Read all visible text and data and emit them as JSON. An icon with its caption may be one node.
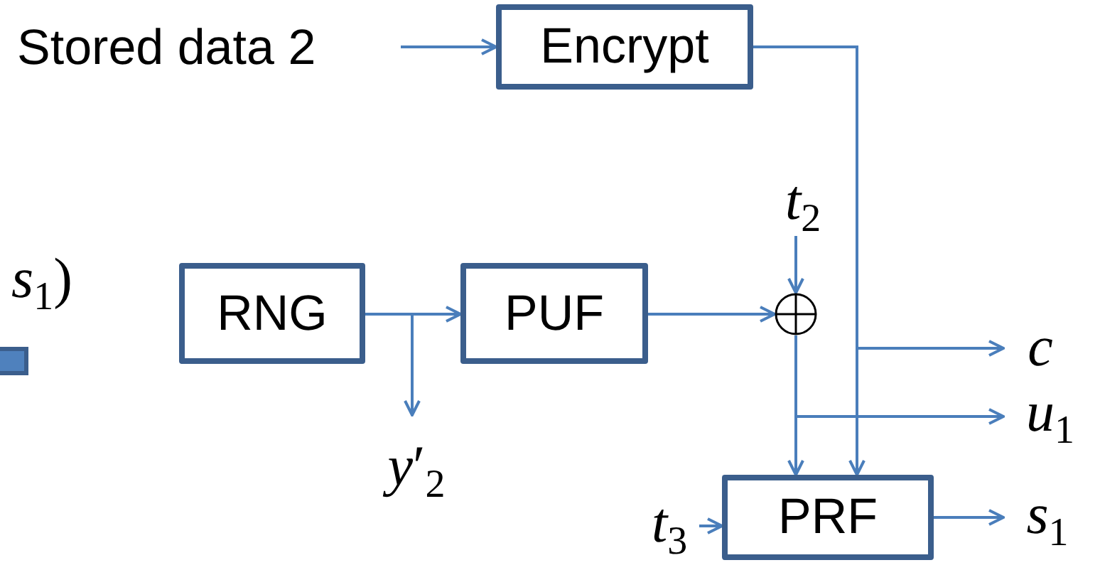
{
  "diagram": {
    "nodes": [
      {
        "text": [
          "Stored data 2"
        ]
      },
      {
        "text": [
          "Encrypt"
        ]
      },
      {
        "text": [
          "RNG"
        ]
      },
      {
        "text": [
          "PUF"
        ]
      },
      {
        "text": [],
        "shape": "circle"
      },
      {
        "text": [
          "*t*$_{2}$"
        ]
      },
      {
        "text": [
          "*y*′$_{2}$"
        ]
      },
      {
        "text": [
          "*c*"
        ]
      },
      {
        "text": [
          "*u*$_{1}$"
        ]
      },
      {
        "text": [
          "PRF"
        ]
      },
      {
        "text": [
          "*t*$_{3}$"
        ]
      },
      {
        "text": [
          "*s*$_{1}$"
        ]
      },
      {
        "text": [],
        "shape": "box"
      }
    ],
    "edges": [
      {
        "from": 0,
        "to": 1,
        "arrow": "to"
      },
      {
        "from": 1,
        "to": 7,
        "arrow": "to"
      },
      {
        "from": 1,
        "to": 9,
        "arrow": "to"
      },
      {
        "from": 2,
        "to": 3,
        "arrow": "to"
      },
      {
        "from": 2,
        "to": 6,
        "arrow": "to"
      },
      {
        "from": 3,
        "to": 4,
        "arrow": "to"
      },
      {
        "from": 5,
        "to": 4,
        "arrow": "to"
      },
      {
        "from": 4,
        "to": 8,
        "arrow": "to"
      },
      {
        "from": 4,
        "to": 9,
        "arrow": "to"
      },
      {
        "from": 10,
        "to": 9,
        "arrow": "to"
      },
      {
        "from": 9,
        "to": 11,
        "arrow": "to"
      }
    ],
    "labels": [
      "*s*$_{1}$)"
    ]
  }
}
